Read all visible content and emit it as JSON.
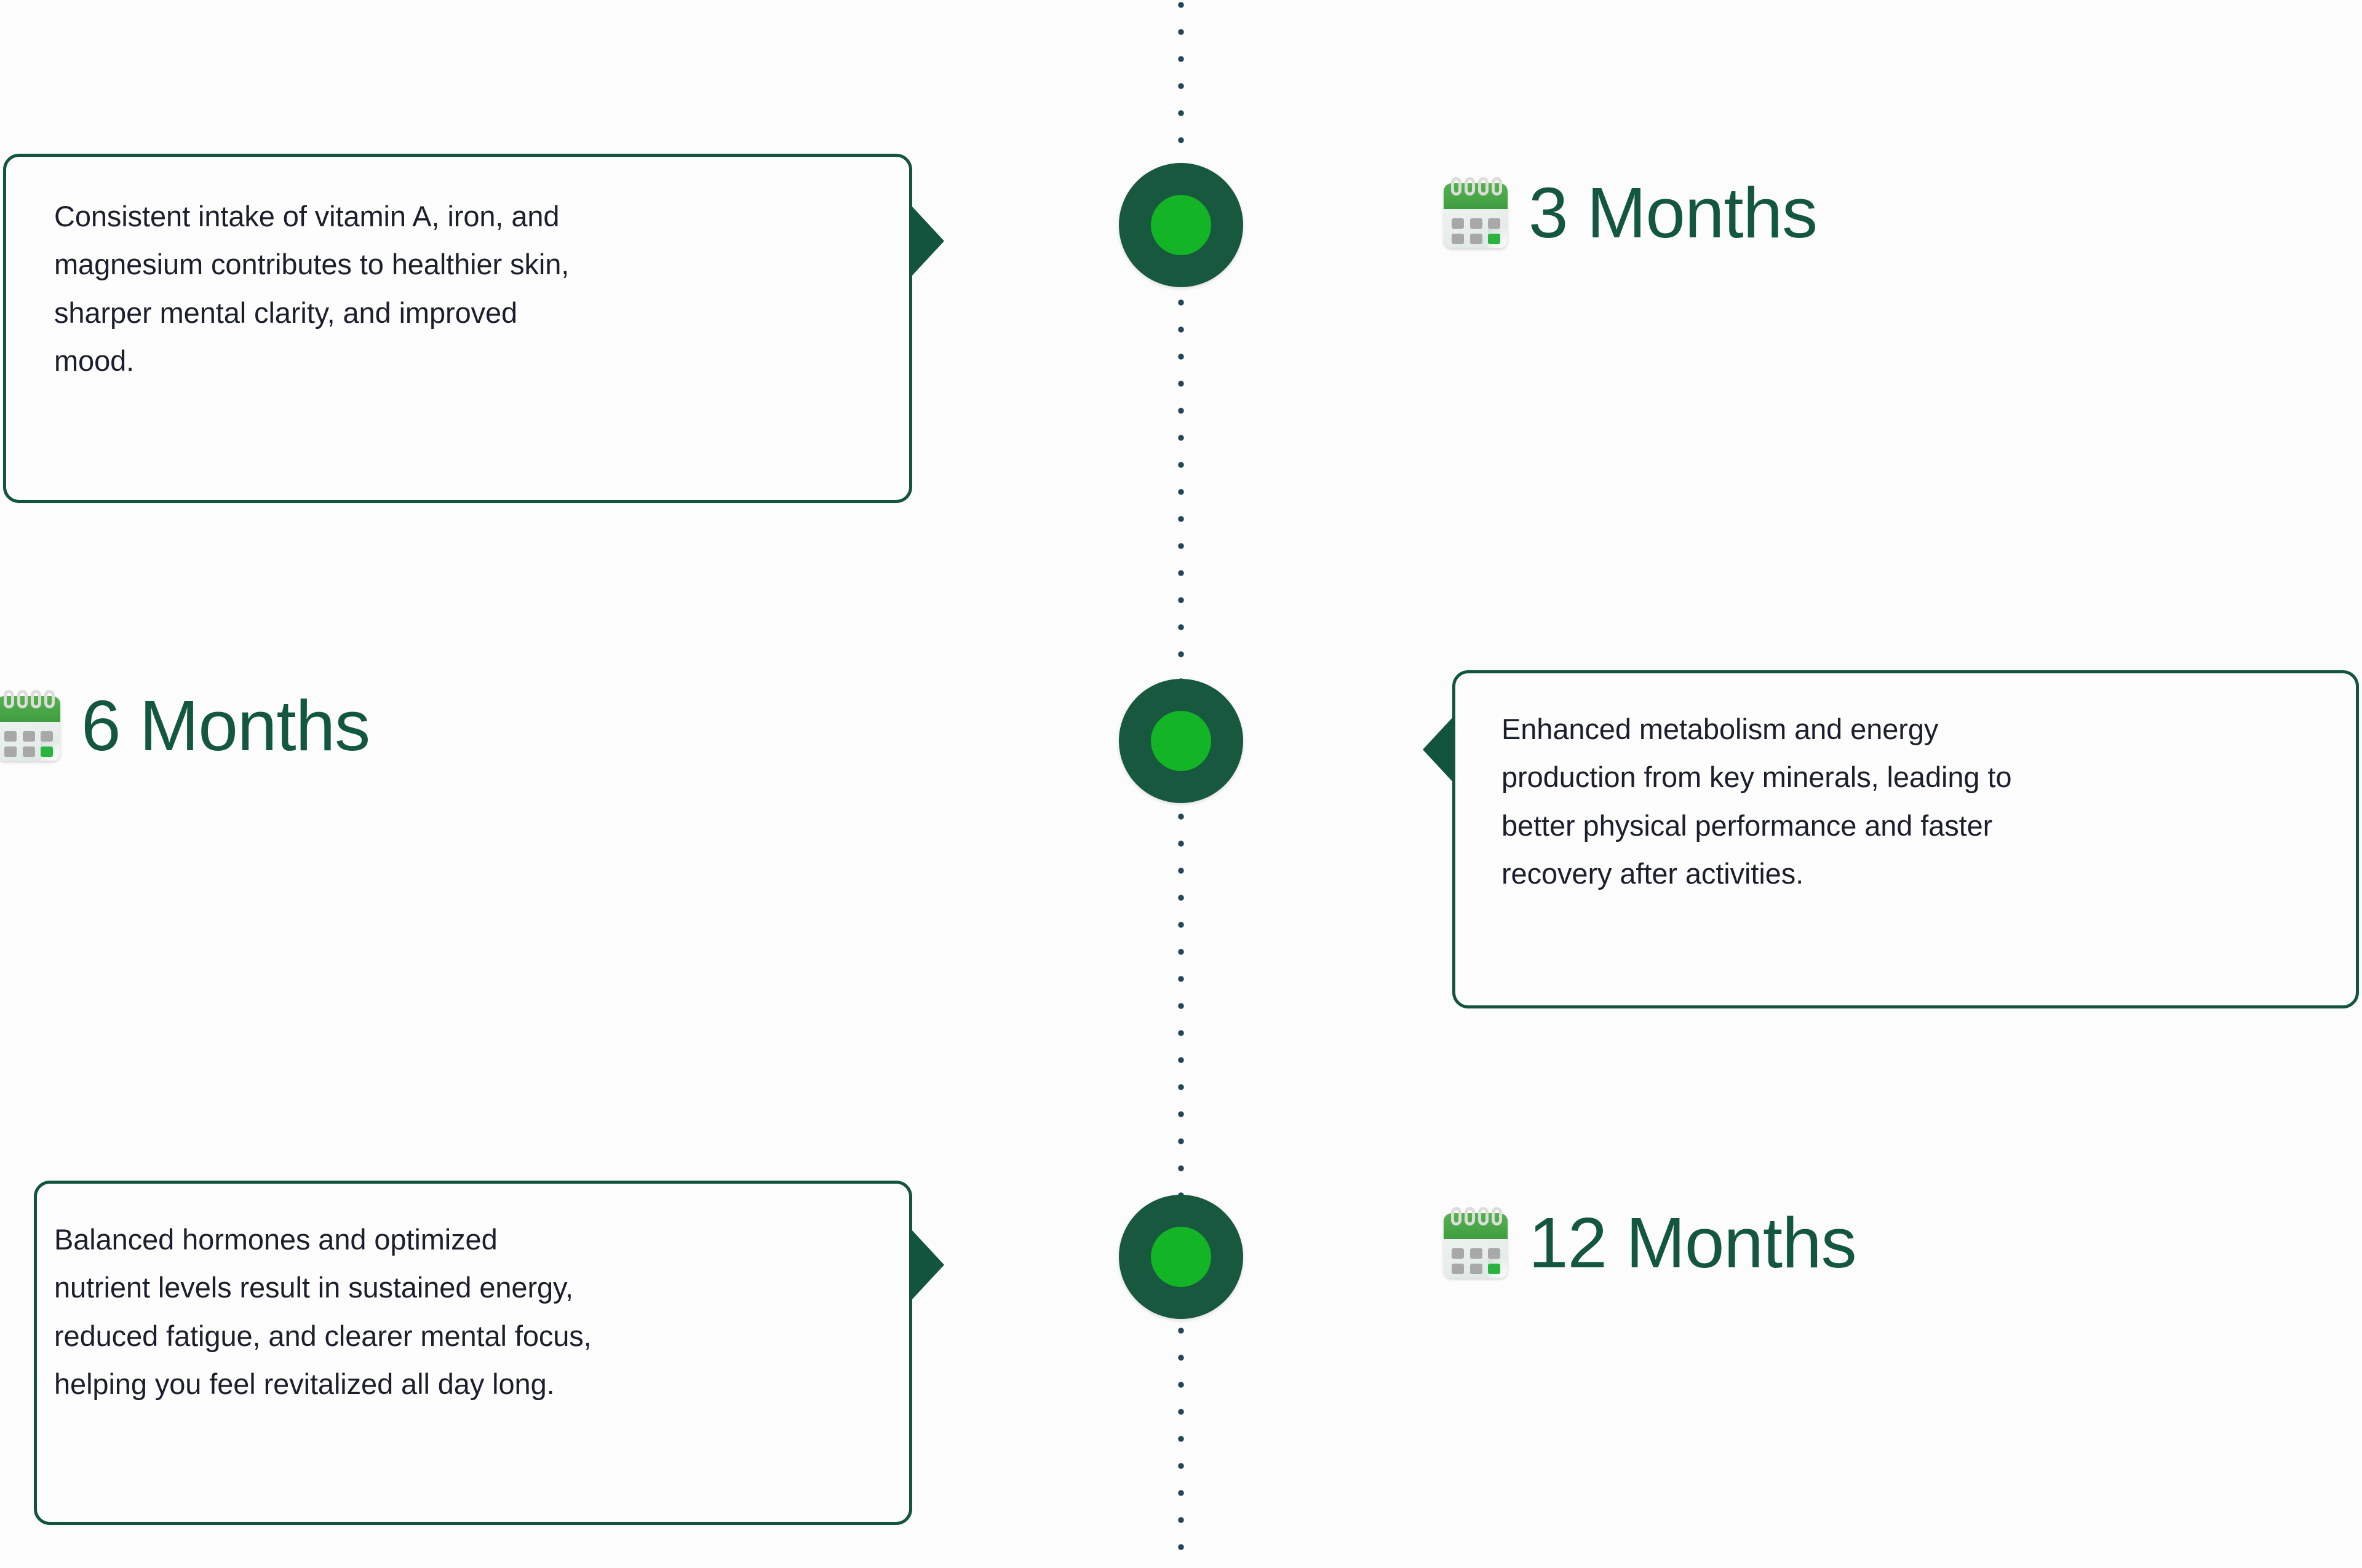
{
  "theme": {
    "background": "#fcfcfc",
    "box_border": "#13543f",
    "box_fill": "#fdfdfd",
    "body_text": "#1b1f2c",
    "heading_green": "#14573f",
    "node_outer": "#18583f",
    "node_inner": "#13b526",
    "spine_dot": "#23455a",
    "calendar_top": "#3f9e42",
    "calendar_highlight": "#2bb340"
  },
  "timeline": {
    "milestones": [
      {
        "id": "three-months",
        "label": "3 Months",
        "icon": "calendar-icon",
        "label_side": "right",
        "text_side": "left",
        "description": "Consistent intake of vitamin A, iron, and\nmagnesium contributes to healthier skin,\nsharper mental clarity, and improved\nmood."
      },
      {
        "id": "six-months",
        "label": "6 Months",
        "icon": "calendar-icon",
        "label_side": "left",
        "text_side": "right",
        "description": "Enhanced metabolism and energy\nproduction from key minerals, leading to\nbetter physical performance and faster\nrecovery after activities."
      },
      {
        "id": "twelve-months",
        "label": "12 Months",
        "icon": "calendar-icon",
        "label_side": "right",
        "text_side": "left",
        "description": "Balanced hormones and optimized\nnutrient levels result in sustained energy,\nreduced fatigue, and clearer mental focus,\nhelping you feel revitalized all day long."
      }
    ]
  }
}
